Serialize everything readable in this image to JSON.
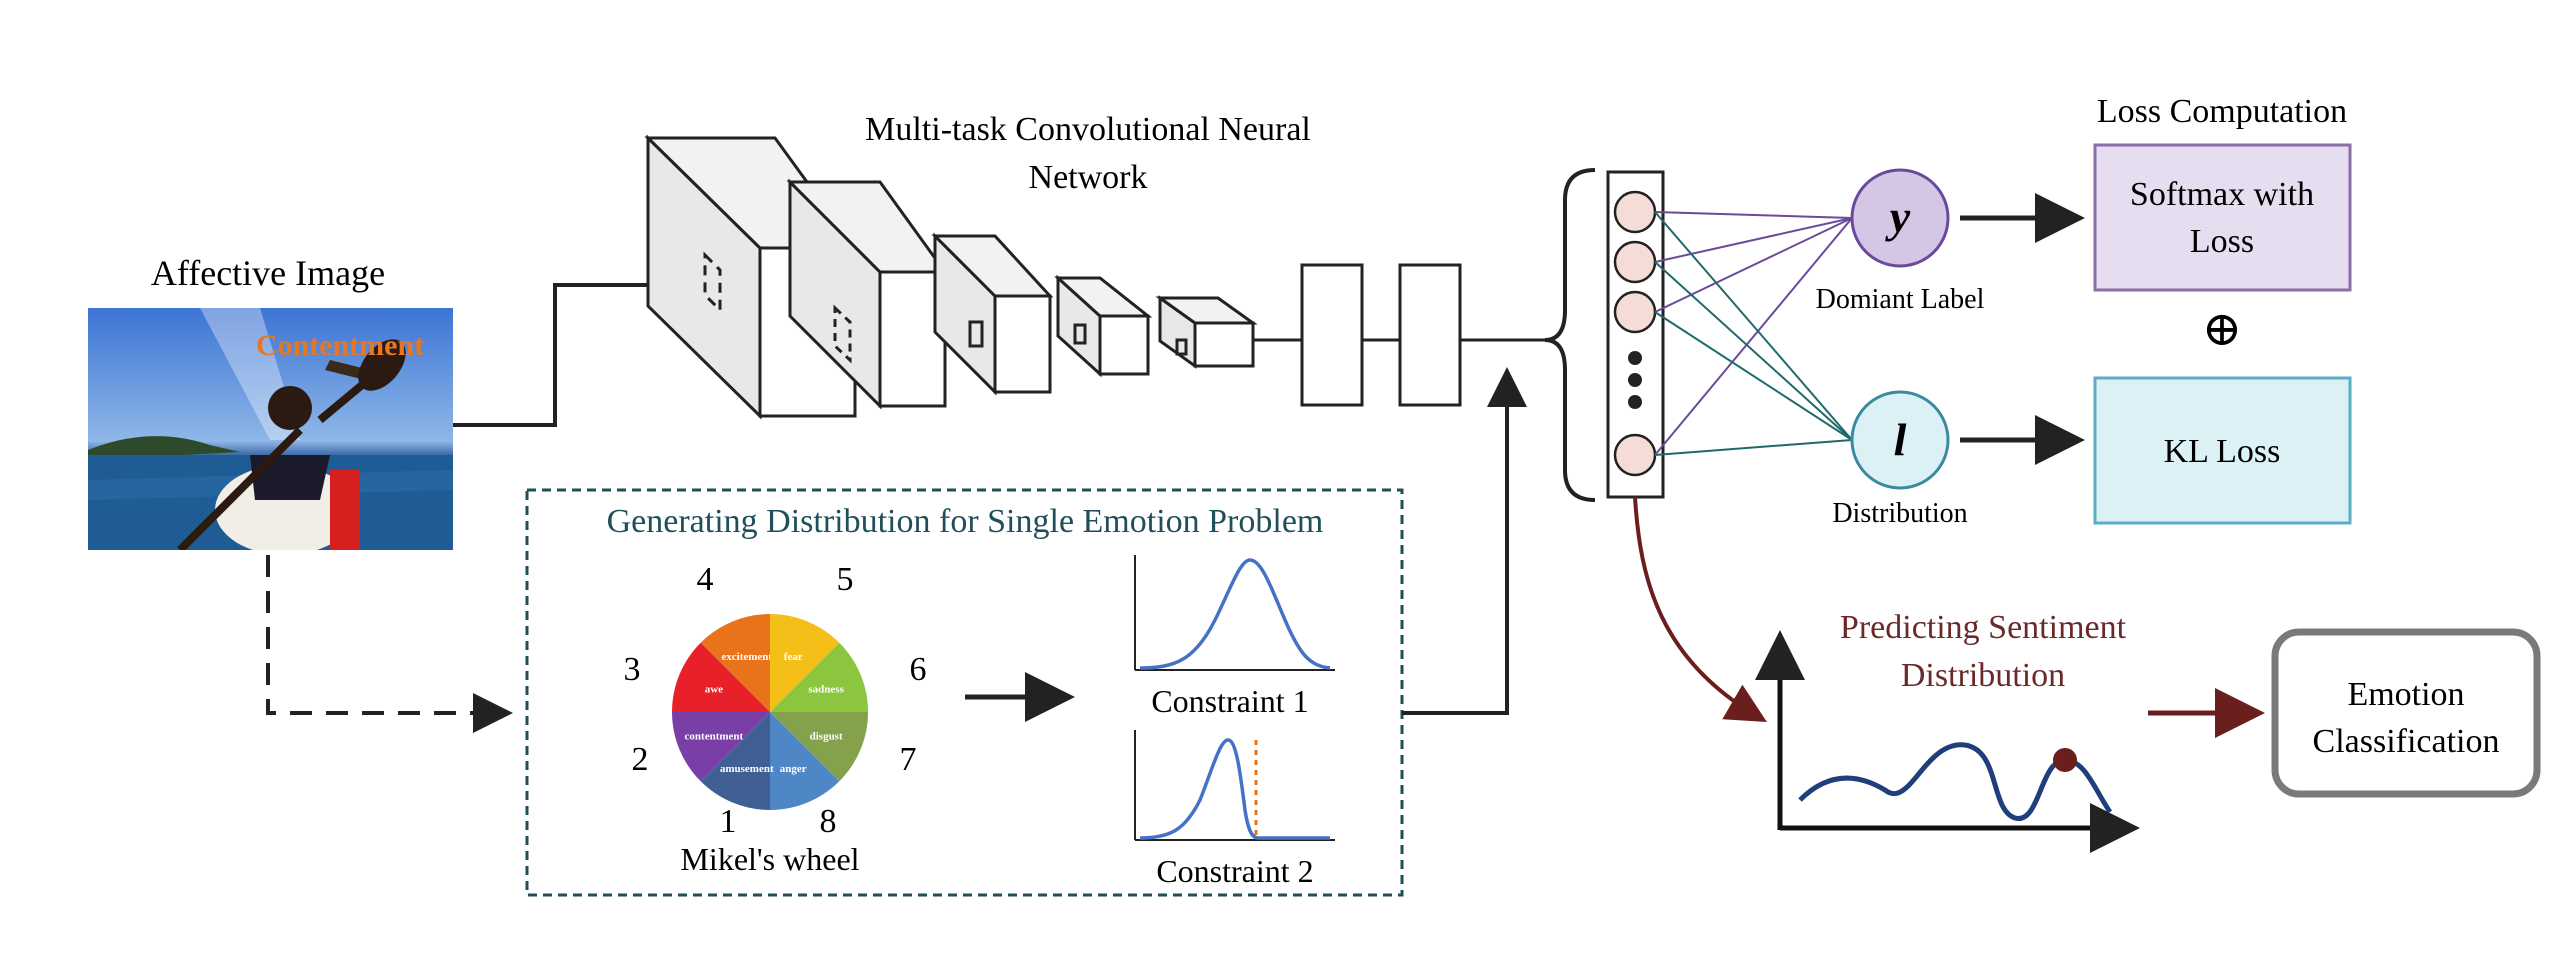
{
  "input": {
    "title": "Affective Image",
    "overlay_label": "Contentment"
  },
  "cnn": {
    "title_line1": "Multi-task Convolutional Neural",
    "title_line2": "Network"
  },
  "outputs": {
    "y_symbol": "y",
    "l_symbol": "l",
    "y_caption": "Domiant Label",
    "l_caption": "Distribution"
  },
  "loss": {
    "title": "Loss Computation",
    "softmax_line1": "Softmax with",
    "softmax_line2": "Loss",
    "plus_symbol": "⊕",
    "kl": "KL Loss"
  },
  "generation": {
    "title": "Generating Distribution for Single Emotion Problem",
    "wheel_caption": "Mikel's wheel",
    "constraint1": "Constraint 1",
    "constraint2": "Constraint 2",
    "wheel_numbers": [
      "4",
      "5",
      "3",
      "6",
      "2",
      "7",
      "1",
      "8"
    ],
    "wheel_segments": [
      {
        "label": "excitement",
        "color": "#e8731a"
      },
      {
        "label": "fear",
        "color": "#f5bf1a"
      },
      {
        "label": "sadness",
        "color": "#8cc63f"
      },
      {
        "label": "disgust",
        "color": "#84a24b"
      },
      {
        "label": "anger",
        "color": "#4f86c6"
      },
      {
        "label": "amusement",
        "color": "#3f5f95"
      },
      {
        "label": "contentment",
        "color": "#7a3fa6"
      },
      {
        "label": "awe",
        "color": "#e8202a"
      }
    ]
  },
  "prediction": {
    "title_line1": "Predicting Sentiment",
    "title_line2": "Distribution",
    "result_line1": "Emotion",
    "result_line2": "Classification"
  },
  "colors": {
    "prediction_text": "#6b2a2a",
    "generation_text": "#1f4f5a",
    "overlay_text": "#e87722",
    "softmax_fill": "#e6ddf0",
    "softmax_border": "#8b6fa8",
    "kl_fill": "#dcf1f6",
    "kl_border": "#5aaec4",
    "node_fill": "#f6dcd7",
    "circle_fill": "#d4c6e4",
    "curve": "#4472c4",
    "dark_red": "#6b1e1e"
  }
}
